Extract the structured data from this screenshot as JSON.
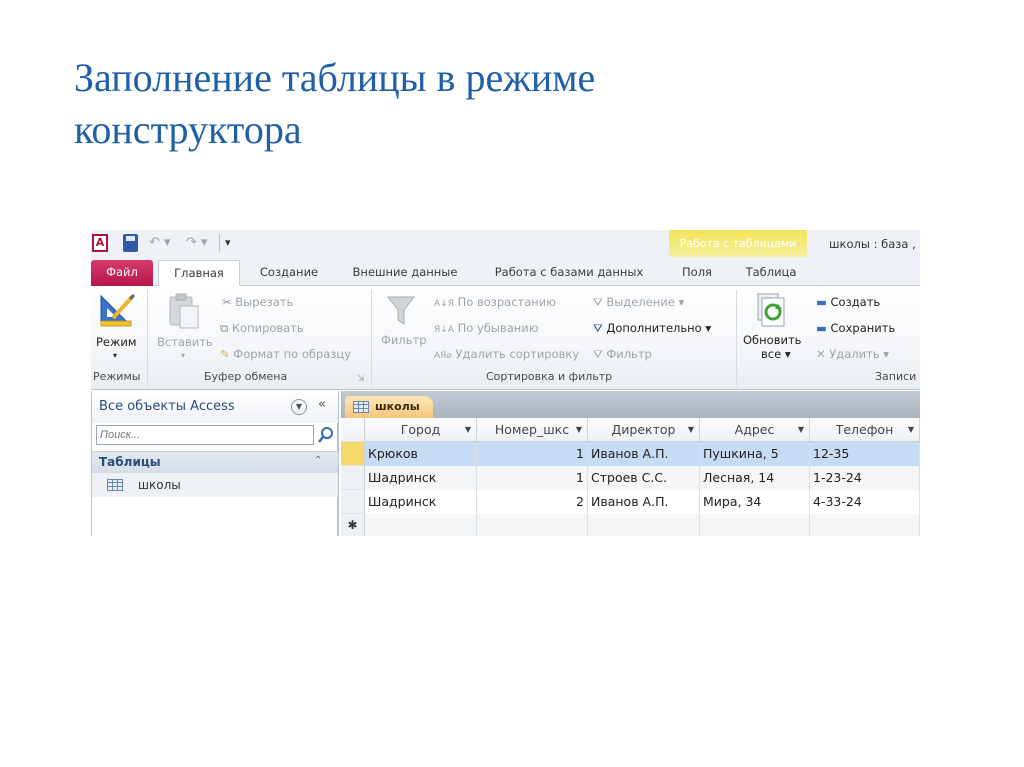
{
  "slide": {
    "title_line1": "Заполнение таблицы в режиме",
    "title_line2": "конструктора",
    "title_color": "#1f5fa8"
  },
  "app": {
    "quick_access": {
      "app_icon": "A",
      "icons": [
        "save-icon",
        "undo-icon",
        "redo-icon",
        "customize-qat-icon"
      ],
      "undo_glyph": "↶ ▾",
      "redo_glyph": "↷ ▾",
      "more_glyph": "▾"
    },
    "contextual_tab_group": "Работа с таблицами",
    "window_title": "школы : база ,",
    "tabs": [
      {
        "label": "Файл"
      },
      {
        "label": "Главная",
        "active": true
      },
      {
        "label": "Создание"
      },
      {
        "label": "Внешние данные"
      },
      {
        "label": "Работа с базами данных"
      },
      {
        "label": "Поля"
      },
      {
        "label": "Таблица"
      }
    ],
    "ribbon": {
      "groups": {
        "views": {
          "label": "Режимы",
          "mode_button": "Режим",
          "mode_arrow": "▾"
        },
        "clipboard": {
          "label": "Буфер обмена",
          "paste": "Вставить",
          "paste_arrow": "▾",
          "cut": "Вырезать",
          "copy": "Копировать",
          "format_painter": "Формат по образцу",
          "launcher": "⇲"
        },
        "sort_filter": {
          "label": "Сортировка и фильтр",
          "filter": "Фильтр",
          "ascending": "По возрастанию",
          "descending": "По убыванию",
          "remove_sort": "Удалить сортировку",
          "selection": "Выделение ▾",
          "advanced": "Дополнительно ▾",
          "toggle_filter": "Фильтр"
        },
        "records": {
          "label": "Записи",
          "refresh_line1": "Обновить",
          "refresh_line2": "все ▾",
          "new": "Создать",
          "save": "Сохранить",
          "delete": "Удалить ▾"
        }
      }
    },
    "nav_pane": {
      "title": "Все объекты Access",
      "dropdown_glyph": "▼",
      "collapse_glyph": "«",
      "search_placeholder": "Поиск...",
      "group_label": "Таблицы",
      "group_toggle": "⌃",
      "items": [
        {
          "label": "школы"
        }
      ]
    },
    "datasheet": {
      "tab_label": "школы",
      "new_row_marker": "✱",
      "columns": [
        "Город",
        "Номер_шкс",
        "Директор",
        "Адрес",
        "Телефон"
      ],
      "rows": [
        [
          "Крюков",
          "1",
          "Иванов А.П.",
          "Пушкина, 5",
          "12-35"
        ],
        [
          "Шадринск",
          "1",
          "Строев С.С.",
          "Лесная, 14",
          "1-23-24"
        ],
        [
          "Шадринск",
          "2",
          "Иванов А.П.",
          "Мира, 34",
          "4-33-24"
        ]
      ],
      "selected_row_color": "#c5dcf4",
      "current_record_marker_color": "#f7d96b"
    }
  }
}
